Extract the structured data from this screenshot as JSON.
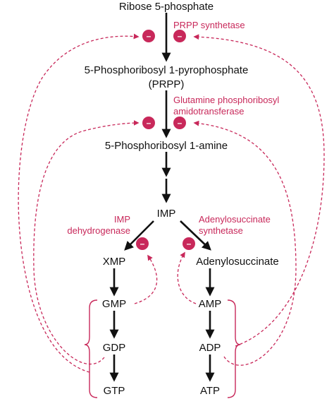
{
  "colors": {
    "inhibition": "#c8285a",
    "text": "#111111",
    "arrow": "#111111"
  },
  "nodes": {
    "ribose5p": "Ribose 5-phosphate",
    "prpp_line1": "5-Phosphoribosyl 1-pyrophosphate",
    "prpp_line2": "(PRPP)",
    "pra": "5-Phosphoribosyl 1-amine",
    "imp": "IMP",
    "xmp": "XMP",
    "adenylosuccinate": "Adenylosuccinate",
    "gmp": "GMP",
    "gdp": "GDP",
    "gtp": "GTP",
    "amp": "AMP",
    "adp": "ADP",
    "atp": "ATP"
  },
  "enzymes": {
    "prpp_synthetase": "PRPP synthetase",
    "glutamine_line1": "Glutamine phosphoribosyl",
    "glutamine_line2": "amidotransferase",
    "imp_dh_line1": "IMP",
    "imp_dh_line2": "dehydrogenase",
    "adsucc_line1": "Adenylosuccinate",
    "adsucc_line2": "synthetase"
  },
  "inhibitor_symbol": "–",
  "icons": [
    "inhibition-badge-icon",
    "arrow-head-icon"
  ]
}
